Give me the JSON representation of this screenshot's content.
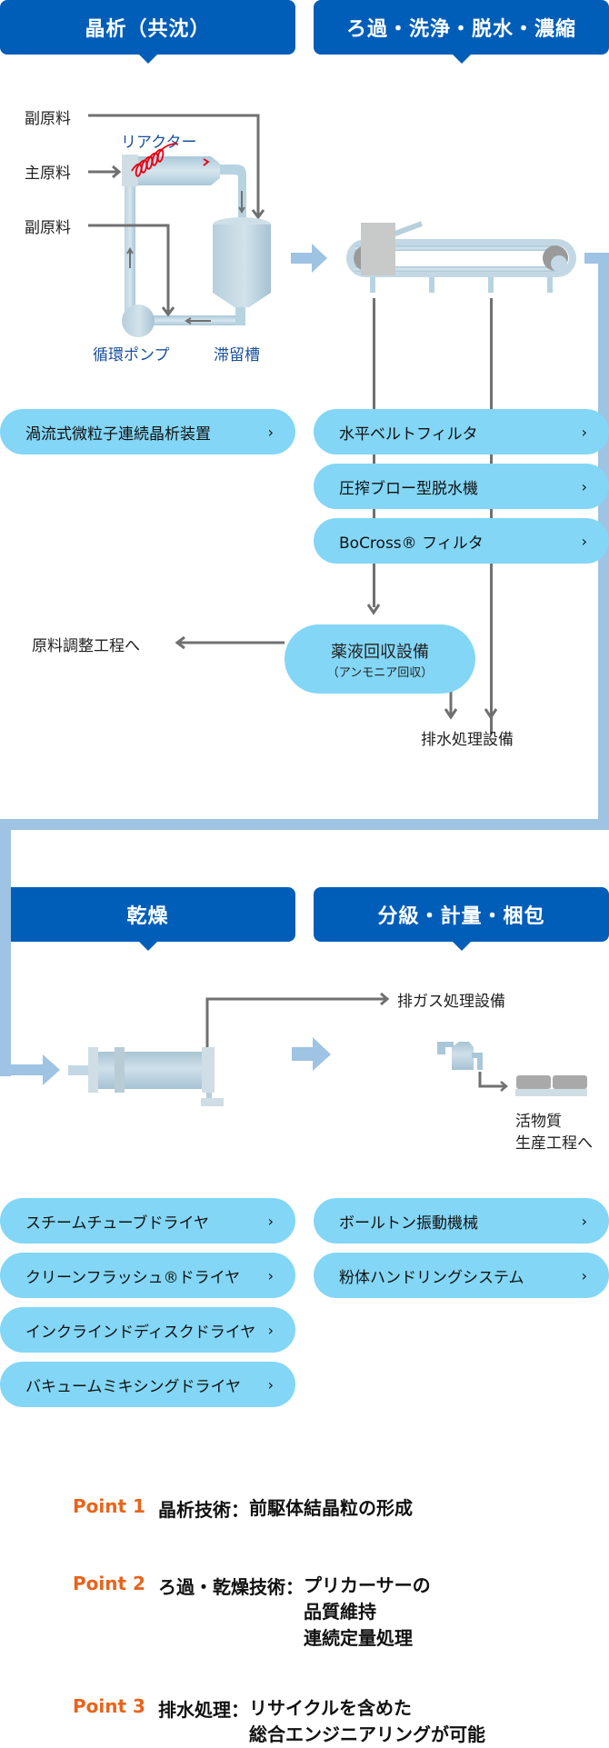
{
  "headers": {
    "crystallization": "晶析（共沈）",
    "filtration": "ろ過・洗浄・脱水・濃縮",
    "drying": "乾燥",
    "classification": "分級・計量・梱包"
  },
  "diagram_labels": {
    "sub_material_1": "副原料",
    "main_material": "主原料",
    "sub_material_2": "副原料",
    "reactor": "リアクター",
    "circulation_pump": "循環ポンプ",
    "retention_tank": "滞留槽",
    "to_raw_material_prep": "原料調整工程へ",
    "wastewater_treatment": "排水処理設備",
    "exhaust_gas_treatment": "排ガス処理設備",
    "to_active_material_line1": "活物質",
    "to_active_material_line2": "生産工程へ"
  },
  "recovery": {
    "title": "薬液回収設備",
    "subtitle": "（アンモニア回収）"
  },
  "buttons": {
    "crystallization": [
      {
        "label": "渦流式微粒子連続晶析装置"
      }
    ],
    "filtration": [
      {
        "label": "水平ベルトフィルタ"
      },
      {
        "label": "圧搾ブロー型脱水機"
      },
      {
        "label": "BoCross® フィルタ"
      }
    ],
    "drying": [
      {
        "label": "スチームチューブドライヤ"
      },
      {
        "label": "クリーンフラッシュ®ドライヤ"
      },
      {
        "label": "インクラインドディスクドライヤ"
      },
      {
        "label": "バキュームミキシングドライヤ"
      }
    ],
    "classification": [
      {
        "label": "ボールトン振動機械"
      },
      {
        "label": "粉体ハンドリングシステム"
      }
    ],
    "chevron": "›"
  },
  "points": [
    {
      "label": "Point 1",
      "title": "晶析技術：",
      "lines": [
        "前駆体結晶粒の形成"
      ]
    },
    {
      "label": "Point 2",
      "title": "ろ過・乾燥技術：",
      "lines": [
        "プリカーサーの",
        "品質維持",
        "連続定量処理"
      ]
    },
    {
      "label": "Point 3",
      "title": "排水処理：",
      "lines": [
        "リサイクルを含めた",
        "総合エンジニアリングが可能"
      ]
    }
  ],
  "colors": {
    "header": "#005eb8",
    "pill": "#83d6f5",
    "pipe": "#9ec3e3",
    "point_accent": "#e8641b"
  }
}
